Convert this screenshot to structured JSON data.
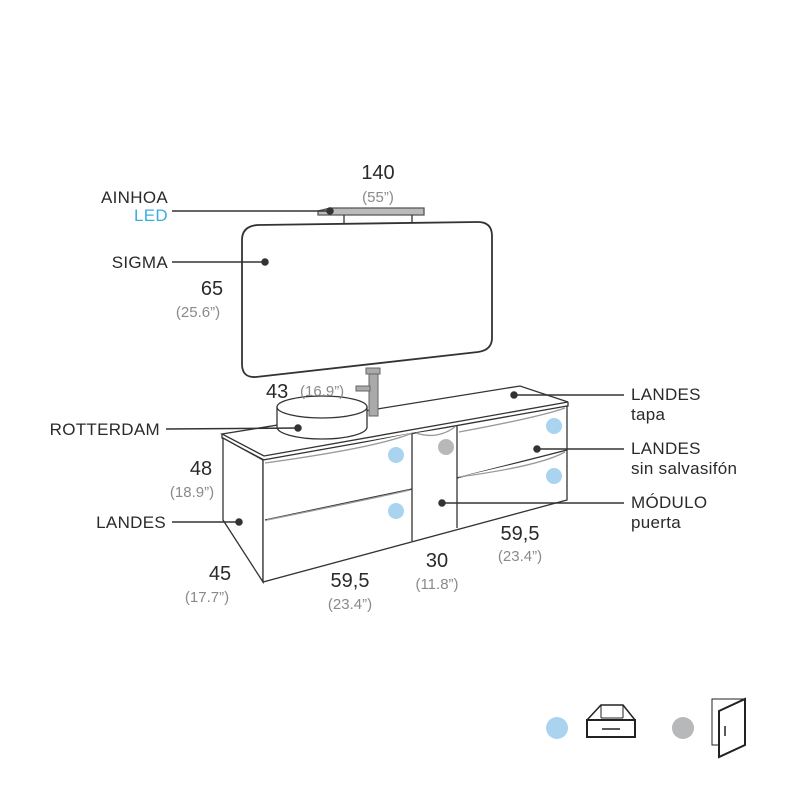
{
  "colors": {
    "drawer_dot": "#a9d3ef",
    "door_dot": "#b6b8ba",
    "led_text": "#3aaee0",
    "line": "#333333",
    "inch_text": "#8a8a8a"
  },
  "labels": {
    "ainhoa": "AINHOA",
    "led": "LED",
    "sigma": "SIGMA",
    "rotterdam": "ROTTERDAM",
    "landes_left": "LANDES",
    "landes_tapa_1": "LANDES",
    "landes_tapa_2": "tapa",
    "landes_sin_1": "LANDES",
    "landes_sin_2": "sin salvasifón",
    "modulo_1": "MÓDULO",
    "modulo_2": "puerta"
  },
  "dimensions": {
    "mirror_width": {
      "cm": "140",
      "in": "(55”)"
    },
    "mirror_height": {
      "cm": "65",
      "in": "(25.6”)"
    },
    "basin": {
      "cm": "43",
      "in": "(16.9”)"
    },
    "cabinet_height": {
      "cm": "48",
      "in": "(18.9”)"
    },
    "cabinet_depth": {
      "cm": "45",
      "in": "(17.7”)"
    },
    "left_module": {
      "cm": "59,5",
      "in": "(23.4”)"
    },
    "door_module": {
      "cm": "30",
      "in": "(11.8”)"
    },
    "right_module": {
      "cm": "59,5",
      "in": "(23.4”)"
    }
  },
  "legend": [
    {
      "icon": "drawer-icon",
      "dot": "blue"
    },
    {
      "icon": "door-icon",
      "dot": "gray"
    }
  ]
}
